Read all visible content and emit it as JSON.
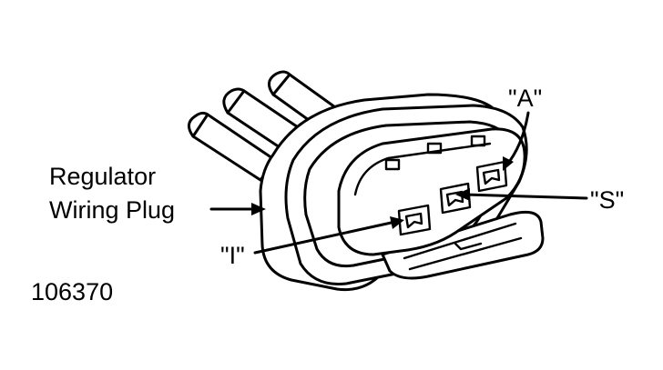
{
  "figure": {
    "callout_label_line1": "Regulator",
    "callout_label_line2": "Wiring Plug",
    "terminal_a_label": "\"A\"",
    "terminal_s_label": "\"S\"",
    "terminal_i_label": "\"I\"",
    "figure_number": "106370",
    "ink_color": "#000000",
    "paper_color": "#ffffff"
  }
}
